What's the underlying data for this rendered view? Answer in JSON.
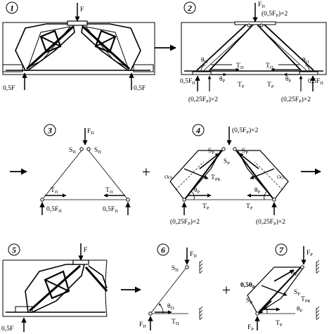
{
  "panels": {
    "p1": {
      "number": "1",
      "force_top": "F",
      "support_left": "0,5F",
      "support_right": "0,5F"
    },
    "p2": {
      "number": "2",
      "force_top": "F",
      "force_top_sub": "П",
      "top_note": "(0,5F",
      "top_note_sub": "Р",
      "top_note_tail": ")×2",
      "theta": "θ",
      "theta_sub_pi": "П",
      "theta_sub_p": "Р",
      "tension": "T",
      "tension_sub_pi": "П",
      "tension_sub_p": "Р",
      "support_left": "0,5F",
      "support_right": "0,5F",
      "support_sub": "П",
      "bottom_left": "(0,25F",
      "bottom_right": "(0,25F",
      "bottom_sub": "Р",
      "bottom_tail": ")×2"
    },
    "p3": {
      "number": "3",
      "force_top": "F",
      "force_top_sub": "П",
      "strut": "S",
      "strut_sub": "П",
      "tie": "T",
      "tie_sub": "П",
      "support": "0,5F",
      "support_sub": "П"
    },
    "p4": {
      "number": "4",
      "top_note": "(0,5F",
      "top_note_sub": "Р",
      "top_note_tail": ")×2",
      "strut": "S",
      "strut_sub": "Р",
      "tie": "T",
      "tie_sub": "Р",
      "tie_rk_sub": "РК",
      "axis": "Ось",
      "theta": "θ",
      "theta_sub": "Р",
      "bottom": "(0,25F",
      "bottom_sub": "Р",
      "bottom_tail": ")×2"
    },
    "p5": {
      "number": "5",
      "force_top": "F",
      "support": "0,5F"
    },
    "p6": {
      "number": "6",
      "force_top": "F",
      "force_top_sub": "П",
      "strut": "S",
      "strut_sub": "П",
      "theta": "θ",
      "theta_sub": "П",
      "tie": "T",
      "tie_sub": "П",
      "support": "F",
      "support_sub": "П"
    },
    "p7": {
      "number": "7",
      "force_top": "F",
      "force_top_sub": "Р",
      "strut": "S",
      "strut_sub": "Р",
      "half_theta": "0,5θ",
      "half_theta_sub": "Р",
      "tie": "T",
      "tie_sub": "Р",
      "tie_rk_sub": "РК",
      "theta": "θ",
      "theta_sub": "Р",
      "support": "F",
      "support_sub": "Р"
    }
  },
  "operators": {
    "plus": "+",
    "arrow": "→"
  }
}
